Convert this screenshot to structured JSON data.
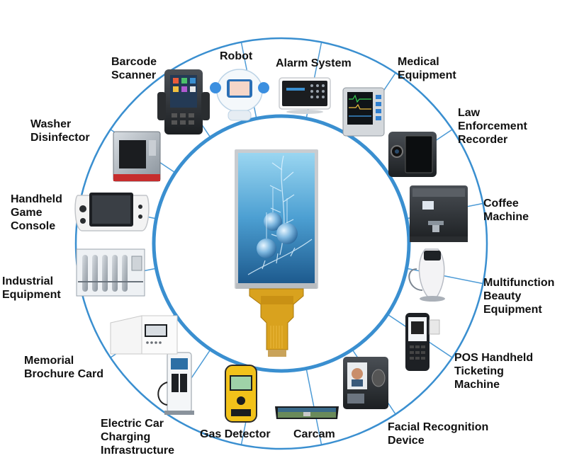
{
  "applications": [
    {
      "id": "robot",
      "label": [
        "Robot"
      ]
    },
    {
      "id": "alarm-system",
      "label": [
        "Alarm System"
      ]
    },
    {
      "id": "medical-equipment",
      "label": [
        "Medical",
        "Equipment"
      ]
    },
    {
      "id": "law-enforcement-recorder",
      "label": [
        "Law",
        "Enforcement",
        "Recorder"
      ]
    },
    {
      "id": "coffee-machine",
      "label": [
        "Coffee",
        "Machine"
      ]
    },
    {
      "id": "multifunction-beauty-equipment",
      "label": [
        "Multifunction",
        "Beauty",
        "Equipment"
      ]
    },
    {
      "id": "pos-handheld-ticketing-machine",
      "label": [
        "POS Handheld",
        "Ticketing",
        "Machine"
      ]
    },
    {
      "id": "facial-recognition-device",
      "label": [
        "Facial Recognition",
        "Device"
      ]
    },
    {
      "id": "carcam",
      "label": [
        "Carcam"
      ]
    },
    {
      "id": "gas-detector",
      "label": [
        "Gas Detector"
      ]
    },
    {
      "id": "electric-car-charging-infrastructure",
      "label": [
        "Electric Car",
        "Charging",
        "Infrastructure"
      ]
    },
    {
      "id": "memorial-brochure-card",
      "label": [
        "Memorial",
        "Brochure Card"
      ]
    },
    {
      "id": "industrial-equipment",
      "label": [
        "Industrial",
        "Equipment"
      ]
    },
    {
      "id": "handheld-game-console",
      "label": [
        "Handheld",
        "Game",
        "Console"
      ]
    },
    {
      "id": "washer-disinfector",
      "label": [
        "Washer",
        "Disinfector"
      ]
    },
    {
      "id": "barcode-scanner",
      "label": [
        "Barcode",
        "Scanner"
      ]
    }
  ],
  "colors": {
    "ring": "#3a8fd0",
    "spoke": "#4d9bd6",
    "text": "#111111",
    "screen_top": "#8fd0ef",
    "screen_bottom": "#1f5f95",
    "flex_cable": "#d9a21e"
  }
}
